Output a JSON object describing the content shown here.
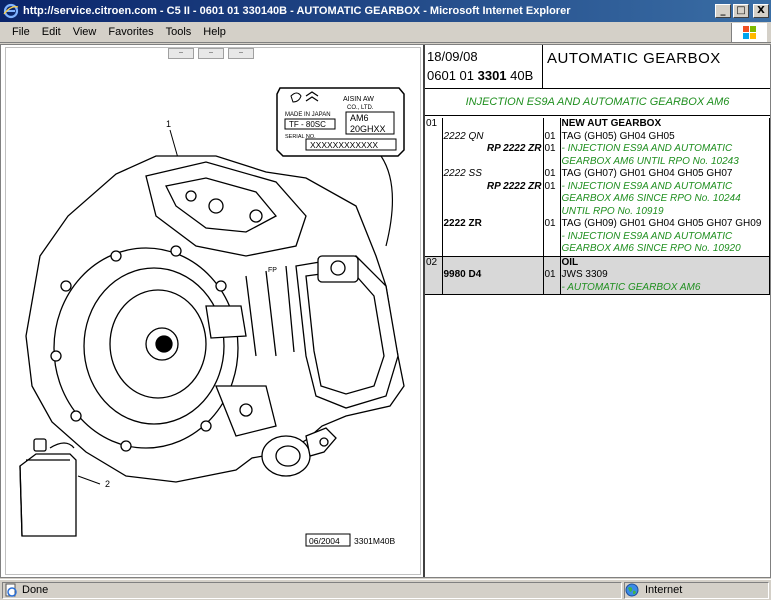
{
  "window": {
    "title": "http://service.citroen.com - C5 II - 0601 01 330140B - AUTOMATIC GEARBOX - Microsoft Internet Explorer",
    "minimize": "_",
    "maximize": "□",
    "close": "X"
  },
  "menu": [
    "File",
    "Edit",
    "View",
    "Favorites",
    "Tools",
    "Help"
  ],
  "drawing": {
    "label_maker": "AISIN AW",
    "label_maker2": "CO., LTD.",
    "label_made_in": "MADE IN JAPAN",
    "label_model": "AM6",
    "label_code1": "TF - 80SC",
    "label_code2": "20GHXX",
    "label_serial_title": "SERIAL NO.",
    "label_serial": "XXXXXXXXXXXX",
    "callout_1": "1",
    "callout_2": "2",
    "footer_date": "06/2004",
    "footer_ref": "3301M40B"
  },
  "header": {
    "date": "18/09/08",
    "ref_prefix": "0601 01 ",
    "ref_bold": "3301",
    "ref_suffix": " 40B",
    "title": "AUTOMATIC GEARBOX"
  },
  "subheader": "INJECTION ES9A AND AUTOMATIC GEARBOX AM6",
  "parts": {
    "group1_num": "01",
    "group1_title": "NEW AUT GEARBOX",
    "r1_ref": "2222 QN",
    "r1_qty": "01",
    "r1_desc": "TAG (GH05) GH04 GH05",
    "r2_ref": "RP 2222 ZR",
    "r2_qty": "01",
    "r2_desc": "- INJECTION ES9A AND AUTOMATIC",
    "r3_desc": "GEARBOX AM6 UNTIL RPO No. 10243",
    "r4_ref": "2222 SS",
    "r4_qty": "01",
    "r4_desc": "TAG (GH07) GH01 GH04 GH05 GH07",
    "r5_ref": "RP 2222 ZR",
    "r5_qty": "01",
    "r5_desc": "- INJECTION ES9A AND AUTOMATIC",
    "r6_desc": "GEARBOX AM6 SINCE RPO No. 10244",
    "r7_desc": "UNTIL RPO No. 10919",
    "r8_ref": "2222 ZR",
    "r8_qty": "01",
    "r8_desc": "TAG (GH09) GH01 GH04 GH05 GH07 GH09",
    "r9_desc": "- INJECTION ES9A AND AUTOMATIC",
    "r10_desc": "GEARBOX AM6 SINCE RPO No. 10920",
    "group2_num": "02",
    "group2_title": "OIL",
    "o1_ref": "9980 D4",
    "o1_qty": "01",
    "o1_desc": "JWS 3309",
    "o2_desc": "- AUTOMATIC GEARBOX AM6"
  },
  "status": {
    "left": "Done",
    "right": "Internet"
  }
}
